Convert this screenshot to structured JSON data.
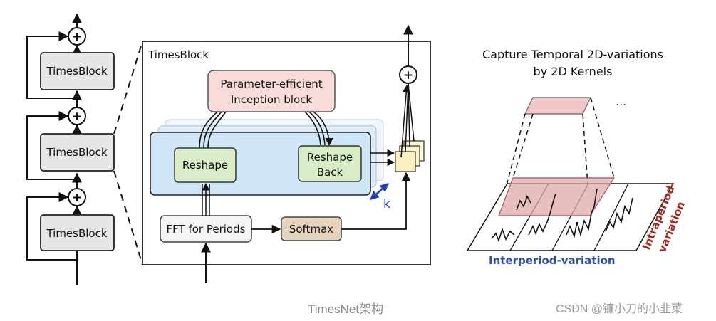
{
  "left_stack": {
    "block_label": "TimesBlock",
    "plus": "+"
  },
  "detail": {
    "title": "TimesBlock",
    "inception_line1": "Parameter-efficient",
    "inception_line2": "Inception block",
    "reshape": "Reshape",
    "reshape_back_line1": "Reshape",
    "reshape_back_line2": "Back",
    "k_label": "k",
    "fft": "FFT for Periods",
    "softmax": "Softmax",
    "plus": "+"
  },
  "right_panel": {
    "title_line1": "Capture Temporal 2D-variations",
    "title_line2": "by 2D Kernels",
    "ellipsis": "...",
    "interperiod": "Interperiod-variation",
    "intraperiod_line1": "Intraperiod-",
    "intraperiod_line2": "variation"
  },
  "colors": {
    "block_fill": "#e6e6e6",
    "inception_fill": "#f8dcda",
    "blue_layer": "#cfe6f8",
    "green_box": "#d9edc6",
    "softmax_fill": "#e6d3bd",
    "kernel_fill": "#e0a9a9",
    "interperiod_text": "#2a4ea6",
    "intraperiod_text": "#a32a1f",
    "k_color": "#1f3fb5"
  },
  "captions": {
    "center": "TimesNet架构",
    "right": "CSDN @镰小刀的小韭菜"
  }
}
